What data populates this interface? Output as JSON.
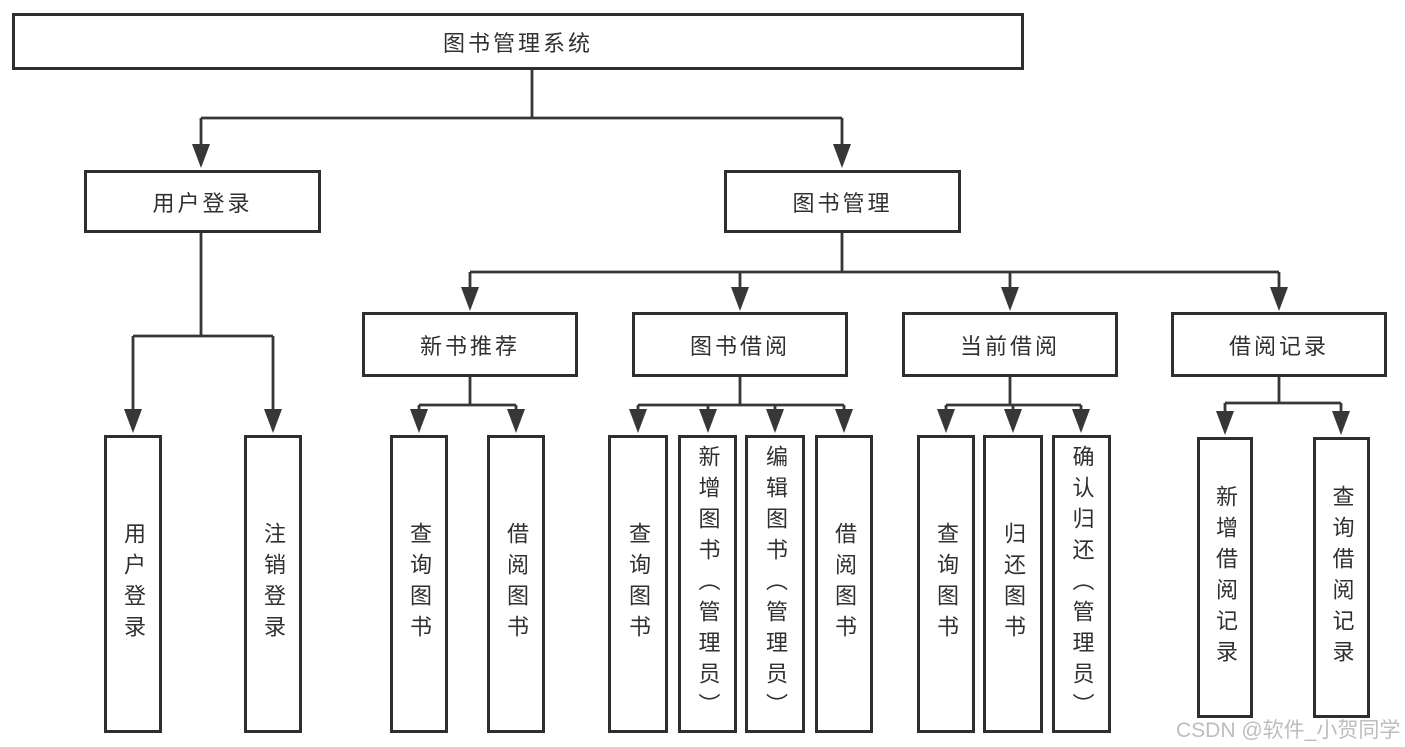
{
  "title": "图书管理系统",
  "tree": {
    "root": {
      "label": "图书管理系统"
    },
    "level2": [
      {
        "label": "用户登录",
        "children": [
          {
            "label": "用户登录"
          },
          {
            "label": "注销登录"
          }
        ]
      },
      {
        "label": "图书管理",
        "children": [
          {
            "label": "新书推荐",
            "children": [
              {
                "label": "查询图书"
              },
              {
                "label": "借阅图书"
              }
            ]
          },
          {
            "label": "图书借阅",
            "children": [
              {
                "label": "查询图书"
              },
              {
                "label": "新增图书（管理员）"
              },
              {
                "label": "编辑图书（管理员）"
              },
              {
                "label": "借阅图书"
              }
            ]
          },
          {
            "label": "当前借阅",
            "children": [
              {
                "label": "查询图书"
              },
              {
                "label": "归还图书"
              },
              {
                "label": "确认归还（管理员）"
              }
            ]
          },
          {
            "label": "借阅记录",
            "children": [
              {
                "label": "新增借阅记录"
              },
              {
                "label": "查询借阅记录"
              }
            ]
          }
        ]
      }
    ]
  },
  "watermark": {
    "text": "CSDN @软件_小贺同学"
  },
  "colors": {
    "line": "#373737",
    "border": "#2e2e2e",
    "text": "#303030",
    "background": "#ffffff",
    "watermark": "#bdbdbd"
  }
}
